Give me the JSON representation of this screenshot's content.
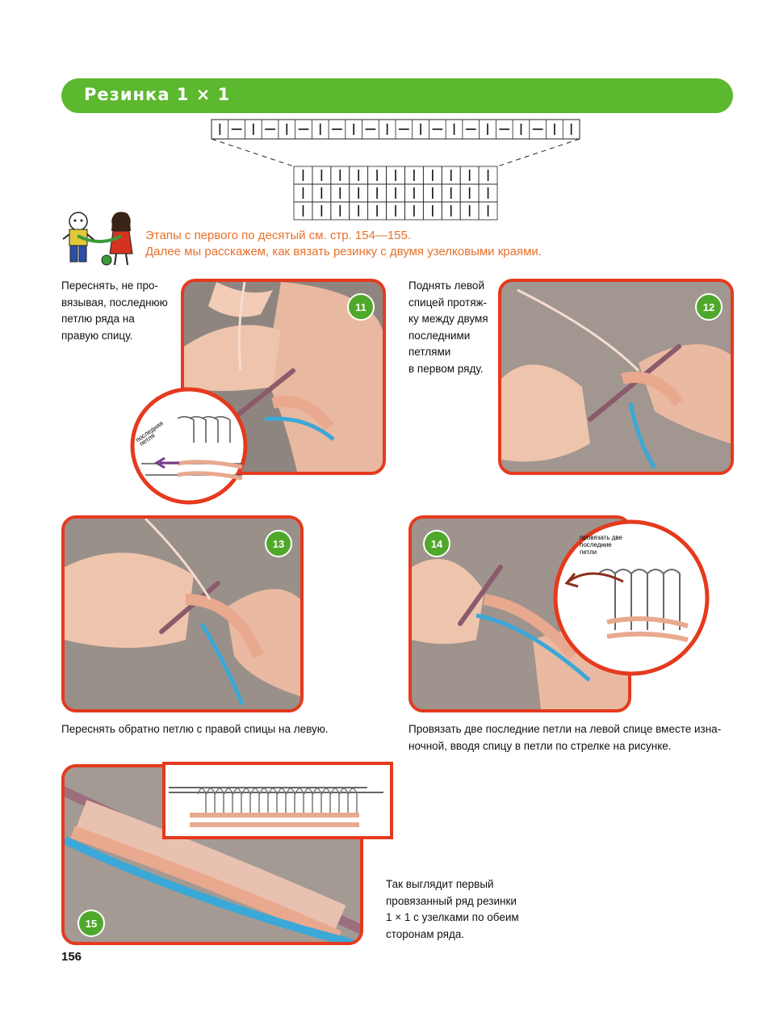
{
  "header": {
    "title": "Резинка 1 × 1",
    "accent_color": "#5cb82e"
  },
  "chart": {
    "top_row": [
      "|",
      "—",
      "|",
      "—",
      "|",
      "—",
      "|",
      "—",
      "|",
      "—",
      "|",
      "—",
      "|",
      "—",
      "|",
      "—",
      "|",
      "—",
      "|",
      "—",
      "|",
      "|"
    ],
    "grid_rows": 3,
    "grid_cols": 11,
    "grid_symbol": "|"
  },
  "intro": {
    "line1": "Этапы с первого по десятый см. стр. 154—155.",
    "line2": "Далее мы расскажем, как вязать резинку с двумя узелковыми краями.",
    "color": "#e8702a"
  },
  "steps": [
    {
      "number": "11",
      "caption": [
        "Переснять, не про-",
        "вязывая, последнюю",
        "петлю ряда на",
        "правую спицу."
      ],
      "inset_label": [
        "последняя",
        "петля"
      ]
    },
    {
      "number": "12",
      "caption": [
        "Поднять левой",
        "спицей протяж-",
        "ку между двумя",
        "последними",
        "петлями",
        "в первом ряду."
      ]
    },
    {
      "number": "13",
      "caption": [
        "Переснять обратно петлю с правой спицы на левую."
      ]
    },
    {
      "number": "14",
      "caption": [
        "Провязать две последние петли на левой спице вместе изна-",
        "ночной, вводя спицу в петли по стрелке на рисунке."
      ],
      "inset_label": [
        "провязать две",
        "последние",
        "петли"
      ]
    },
    {
      "number": "15",
      "caption": [
        "Так выглядит первый",
        "провязанный ряд резинки",
        "1 × 1 с узелками по обеим",
        "сторонам ряда."
      ]
    }
  ],
  "footer": {
    "page_number": "156"
  },
  "colors": {
    "frame": "#e53a1e",
    "badge": "#4fa82a",
    "yarn_pink": "#e9a98f",
    "yarn_blue": "#3aa8d8"
  },
  "icons": [
    "mascot-boy-icon",
    "mascot-girl-icon",
    "arrow-left-icon"
  ]
}
